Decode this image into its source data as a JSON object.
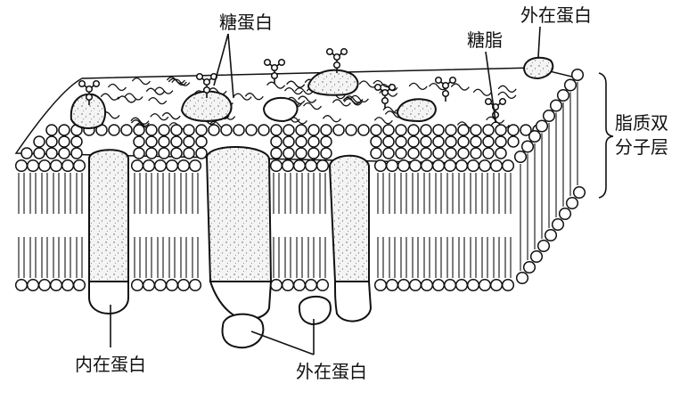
{
  "labels": {
    "glycoprotein": "糖蛋白",
    "glycolipid": "糖脂",
    "peripheral_top": "外在蛋白",
    "bilayer_line1": "脂质双",
    "bilayer_line2": "分子层",
    "integral": "内在蛋白",
    "peripheral_bottom": "外在蛋白"
  }
}
